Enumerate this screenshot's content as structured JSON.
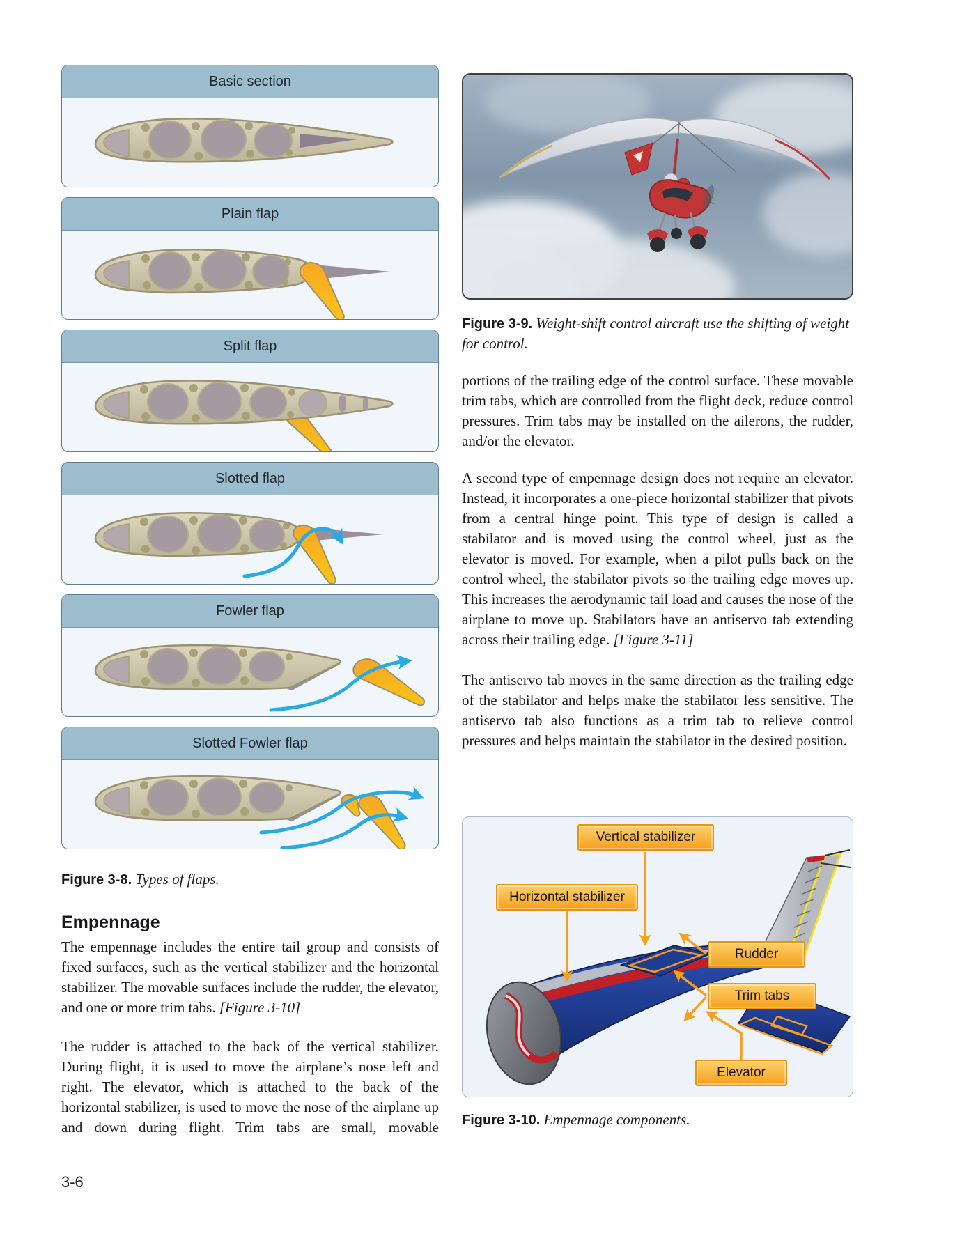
{
  "page": {
    "number": "3-6"
  },
  "colors": {
    "panel_header": "#9cbdce",
    "panel_body": "#f1f6fa",
    "panel_border": "#5d7e92",
    "airfoil_tan": "#cdc6a9",
    "flap_orange": "#f7a21f",
    "flow_arrow_blue": "#29abe2",
    "diagram_label_orange": "#f6a01c",
    "diagram_bg": "#edf3f8"
  },
  "figure38": {
    "panels": [
      {
        "label": "Basic section"
      },
      {
        "label": "Plain flap"
      },
      {
        "label": "Split flap"
      },
      {
        "label": "Slotted flap"
      },
      {
        "label": "Fowler flap"
      },
      {
        "label": "Slotted Fowler flap"
      }
    ],
    "caption_label": "Figure 3-8.",
    "caption_text": " Types of flaps."
  },
  "figure39": {
    "caption_label": "Figure 3-9.",
    "caption_text": " Weight-shift control aircraft use the shifting of weight for control."
  },
  "figure310": {
    "caption_label": "Figure 3-10.",
    "caption_text": " Empennage components.",
    "labels": [
      "Vertical stabilizer",
      "Horizontal stabilizer",
      "Rudder",
      "Trim tabs",
      "Elevator"
    ]
  },
  "left": {
    "heading": "Empennage",
    "para1": "The empennage includes the entire tail group and consists of fixed surfaces, such as the vertical stabilizer and the horizontal stabilizer. The movable surfaces include the rudder, the elevator, and one or more trim tabs. ",
    "para1_ref": "[Figure 3-10]",
    "para2": "The rudder is attached to the back of the vertical stabilizer. During flight, it is used to move the airplane’s nose left and right. The elevator, which is attached to the back of the horizontal stabilizer, is used to move the nose of the airplane up and down during flight. Trim tabs are small, movable"
  },
  "right": {
    "para1": "portions of the trailing edge of the control surface. These movable trim tabs, which are controlled from the flight deck, reduce control pressures. Trim tabs may be installed on the ailerons, the rudder, and/or the elevator.",
    "para2": "A second type of empennage design does not require an elevator. Instead, it incorporates a one-piece horizontal stabilizer that pivots from a central hinge point. This type of design is called a stabilator and is moved using the control wheel, just as the elevator is moved. For example, when a pilot pulls back on the control wheel, the stabilator pivots so the trailing edge moves up. This increases the aerodynamic tail load and causes the nose of the airplane to move up. Stabilators have an antiservo tab extending across their trailing edge. ",
    "para2_ref": "[Figure 3-11]",
    "para3": "The antiservo tab moves in the same direction as the trailing edge of the stabilator and helps make the stabilator less sensitive. The antiservo tab also functions as a trim tab to relieve control pressures and helps maintain the stabilator in the desired position."
  }
}
